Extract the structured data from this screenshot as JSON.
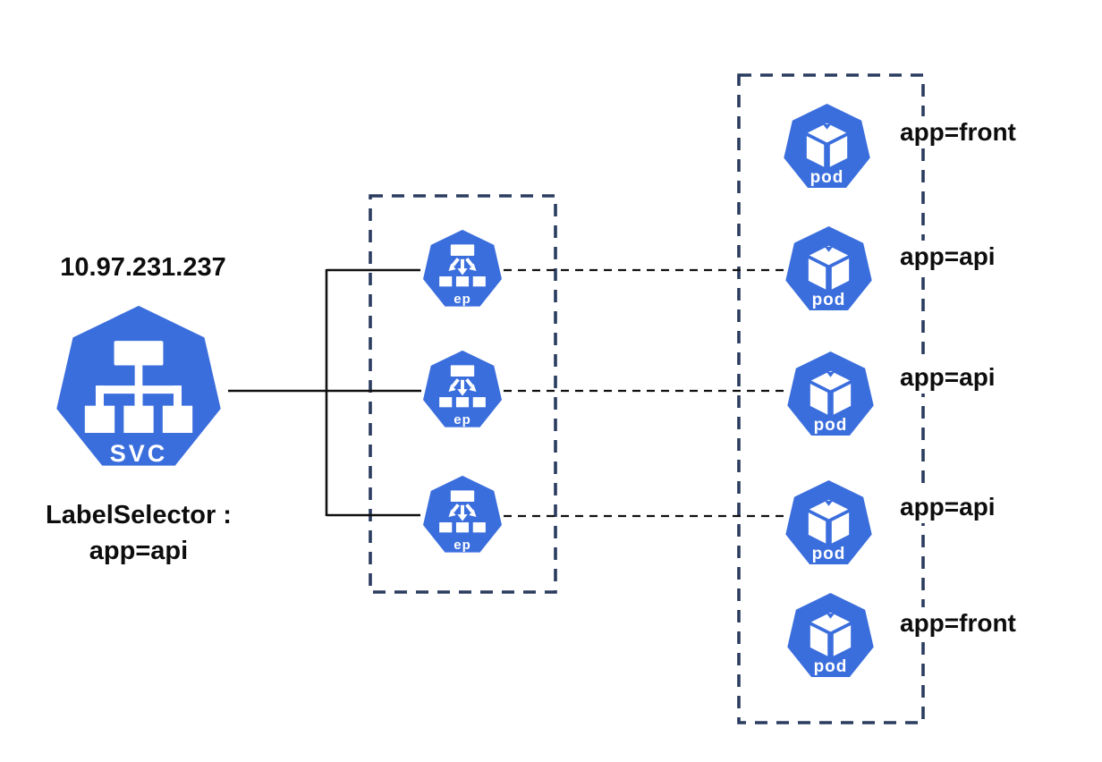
{
  "service": {
    "ip": "10.97.231.237",
    "icon_label": "SVC",
    "selector_line1": "LabelSelector :",
    "selector_line2": "app=api"
  },
  "endpoints_group": {
    "items": [
      {
        "icon_label": "ep"
      },
      {
        "icon_label": "ep"
      },
      {
        "icon_label": "ep"
      }
    ]
  },
  "pods_group": {
    "items": [
      {
        "icon_label": "pod",
        "label": "app=front"
      },
      {
        "icon_label": "pod",
        "label": "app=api"
      },
      {
        "icon_label": "pod",
        "label": "app=api"
      },
      {
        "icon_label": "pod",
        "label": "app=api"
      },
      {
        "icon_label": "pod",
        "label": "app=front"
      }
    ]
  },
  "colors": {
    "kubernetes_blue": "#3B6EDD",
    "group_border_navy": "#2A3C5F",
    "line_black": "#111111",
    "icon_glyph_white": "#FFFFFF"
  }
}
